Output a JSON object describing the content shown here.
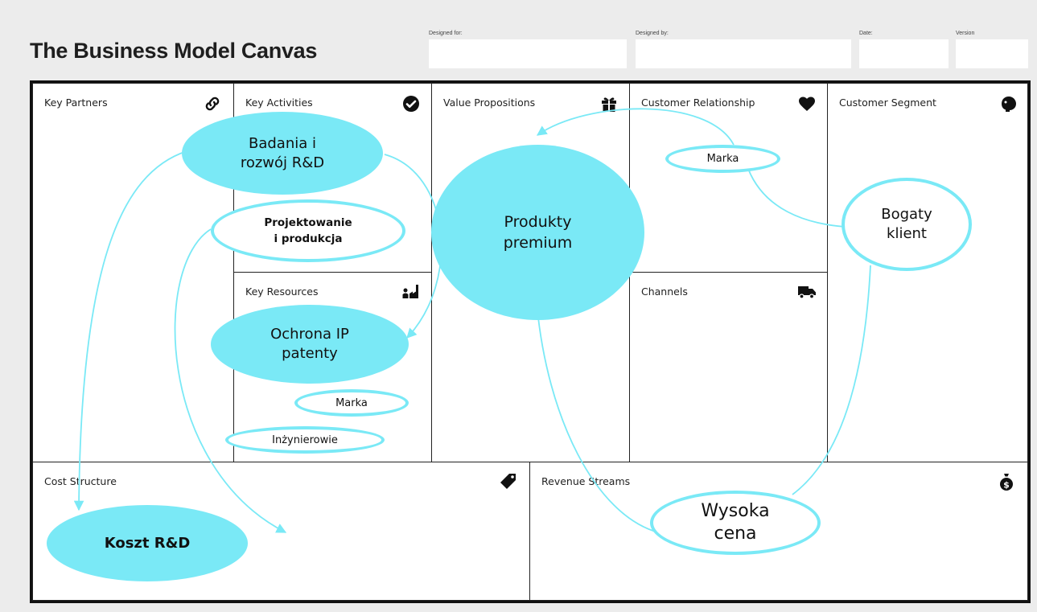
{
  "header": {
    "title": "The Business Model Canvas",
    "designed_for_label": "Designed for:",
    "designed_by_label": "Designed by:",
    "date_label": "Date:",
    "version_label": "Version"
  },
  "cells": {
    "key_partners": "Key Partners",
    "key_activities": "Key Activities",
    "key_resources": "Key Resources",
    "value_propositions": "Value Propositions",
    "customer_relationship": "Customer Relationship",
    "channels": "Channels",
    "customer_segment": "Customer Segment",
    "cost_structure": "Cost Structure",
    "revenue_streams": "Revenue Streams"
  },
  "bubbles": {
    "badania": "Badania i\nrozwój R&D",
    "projektowanie": "Projektowanie\ni produkcja",
    "ochrona": "Ochrona IP\npatenty",
    "marka_resources": "Marka",
    "inzynierowie": "Inżynierowie",
    "produkty": "Produkty\npremium",
    "marka_relationship": "Marka",
    "bogaty": "Bogaty\nklient",
    "wysoka": "Wysoka\ncena",
    "koszt": "Koszt R&D"
  },
  "colors": {
    "accent": "#7ae9f6",
    "border": "#111111",
    "background": "#ececec"
  },
  "icons": {
    "key_partners": "link-icon",
    "key_activities": "checkmark-icon",
    "value_propositions": "gift-icon",
    "customer_relationship": "heart-icon",
    "customer_segment": "person-head-icon",
    "key_resources": "factory-worker-icon",
    "channels": "truck-icon",
    "cost_structure": "price-tag-icon",
    "revenue_streams": "money-bag-icon"
  }
}
